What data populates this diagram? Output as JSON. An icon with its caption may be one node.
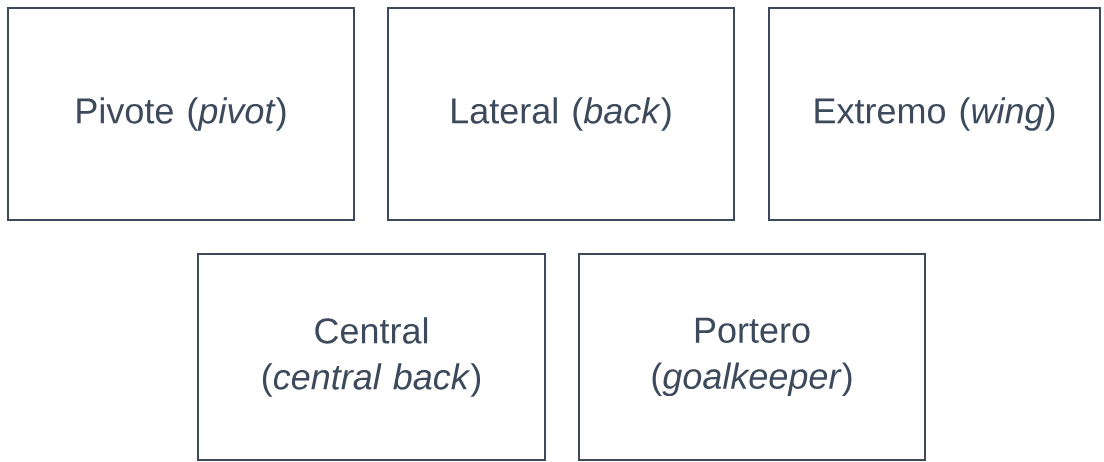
{
  "diagram": {
    "nodes": [
      {
        "text": [
          "Pivote (*pivot*)"
        ]
      },
      {
        "text": [
          "Lateral (*back*)"
        ]
      },
      {
        "text": [
          "Extremo (*wing*)"
        ]
      },
      {
        "text": [
          "Central (*central back*)"
        ]
      },
      {
        "text": [
          "Portero (*goalkeeper*)"
        ]
      }
    ]
  }
}
